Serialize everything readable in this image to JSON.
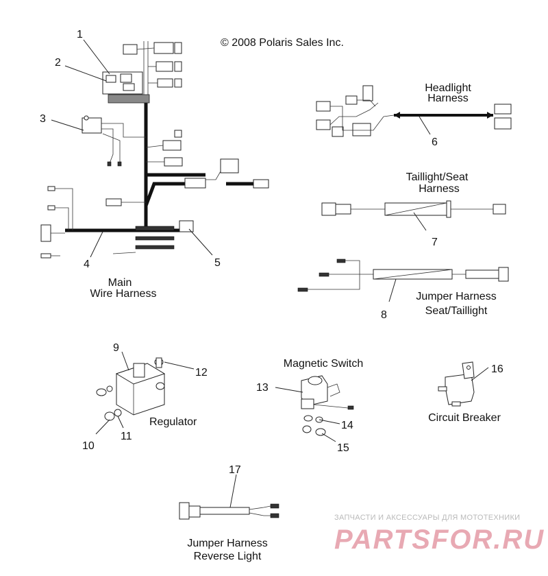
{
  "copyright": "© 2008 Polaris Sales Inc.",
  "assemblies": {
    "main": [
      "Main",
      "Wire Harness"
    ],
    "headlight": [
      "Headlight",
      "Harness"
    ],
    "taillight": [
      "Taillight/Seat",
      "Harness"
    ],
    "jumper_seat": [
      "Jumper Harness",
      "Seat/Taillight"
    ],
    "regulator": "Regulator",
    "magnetic_switch": "Magnetic Switch",
    "circuit_breaker": "Circuit Breaker",
    "jumper_reverse": [
      "Jumper Harness",
      "Reverse Light"
    ]
  },
  "callouts": [
    "1",
    "2",
    "3",
    "4",
    "5",
    "6",
    "7",
    "8",
    "9",
    "10",
    "11",
    "12",
    "13",
    "14",
    "15",
    "16",
    "17"
  ],
  "watermark": {
    "tagline": "ЗАПЧАСТИ И АКСЕССУАРЫ ДЛЯ МОТОТЕХНИКИ",
    "brand": "PARTSFOR.RU"
  }
}
